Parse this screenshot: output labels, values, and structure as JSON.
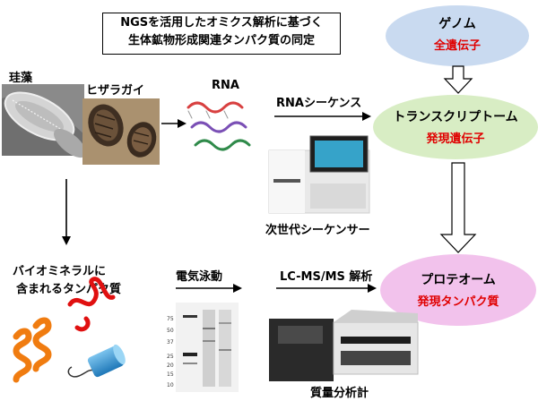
{
  "title_box": {
    "line1": "NGSを活用したオミクス解析に基づく",
    "line2": "生体鉱物形成関連タンパク質の同定"
  },
  "labels": {
    "diatom": "珪藻",
    "chiton": "ヒザラガイ",
    "rna": "RNA",
    "rna_seq": "RNAシーケンス",
    "sequencer": "次世代シーケンサー",
    "biomineral_line1": "バイオミネラルに",
    "biomineral_line2": "含まれるタンパク質",
    "electrophoresis": "電気泳動",
    "lcms": "LC-MS/MS 解析",
    "mass_spec": "質量分析計"
  },
  "omics": [
    {
      "name": "ゲノム",
      "sub": "全遺伝子",
      "color": "#c9daf0"
    },
    {
      "name": "トランスクリプトーム",
      "sub": "発現遺伝子",
      "color": "#d8edc4"
    },
    {
      "name": "プロテオーム",
      "sub": "発現タンパク質",
      "color": "#f2c2ec"
    }
  ],
  "gel_markers": [
    "75",
    "50",
    "37",
    "25",
    "20",
    "15",
    "10"
  ],
  "colors": {
    "highlight_red": "#e00000",
    "helix_orange": "#f07c10",
    "strand_red": "#e01010",
    "cylinder_blue": "#2a8fd0"
  }
}
